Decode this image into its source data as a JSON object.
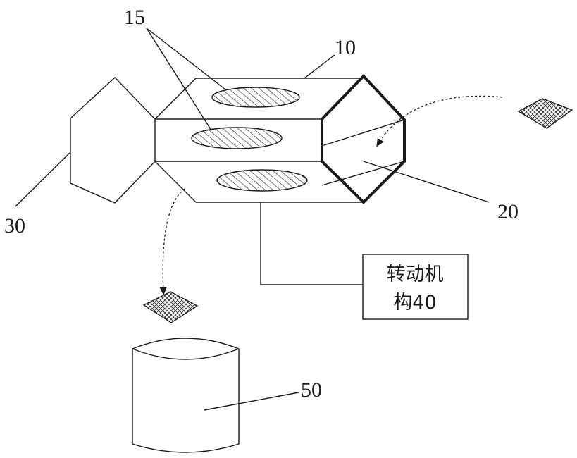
{
  "labels": {
    "ref_15": "15",
    "ref_10": "10",
    "ref_20": "20",
    "ref_30": "30",
    "ref_50": "50",
    "mechanism_line1": "转动机",
    "mechanism_line2": "构40"
  }
}
